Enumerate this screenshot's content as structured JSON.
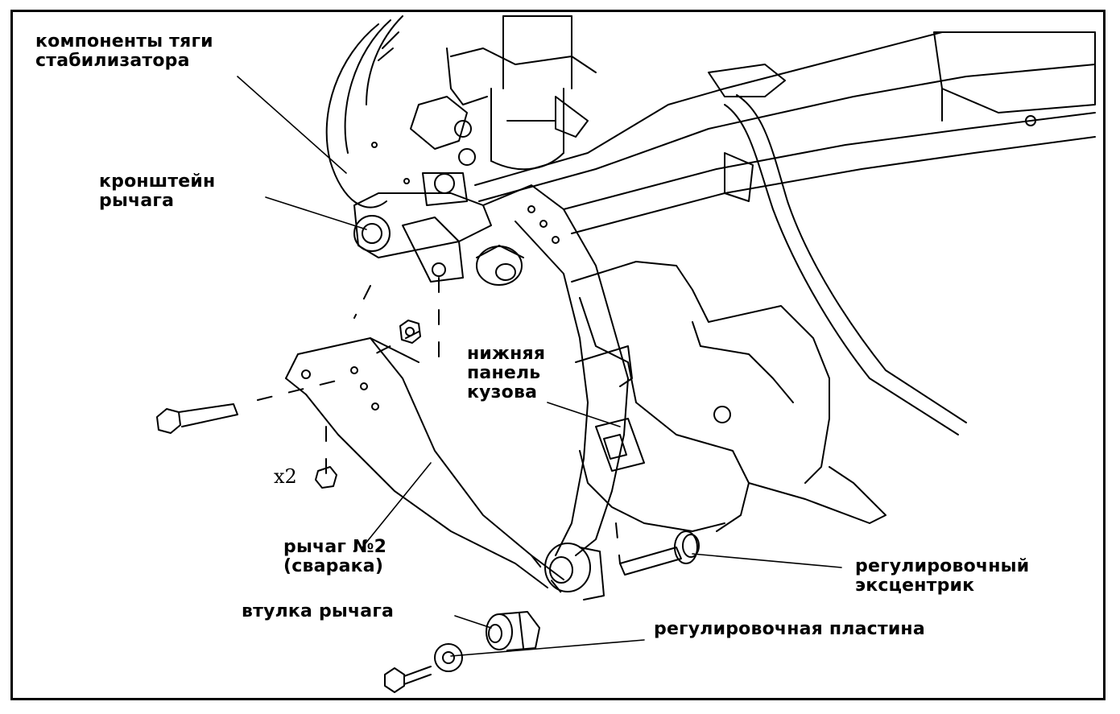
{
  "labels": {
    "stabilizer_link": "компоненты тяги\nстабилизатора",
    "arm_bracket": "кронштейн\nрычага",
    "lower_body_panel": "нижняя\nпанель\nкузова",
    "arm_no2": "рычаг №2\n(сварака)",
    "arm_bushing": "втулка рычага",
    "adjusting_eccentric": "регулировочный\nэксцентрик",
    "adjusting_plate": "регулировочная пластина",
    "bolt_qty": "x2"
  }
}
